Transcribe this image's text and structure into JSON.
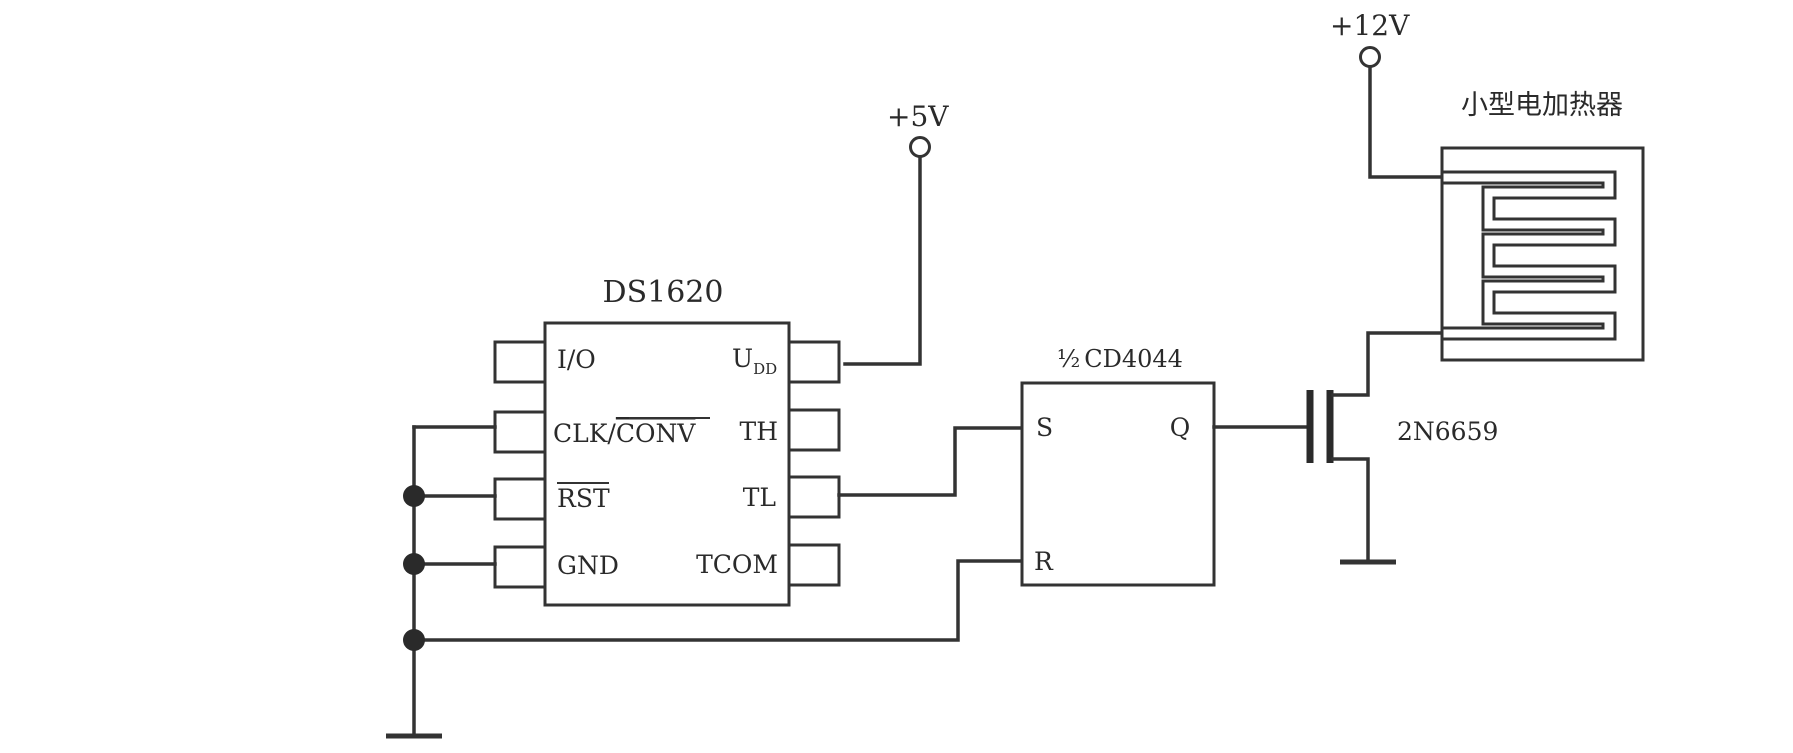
{
  "ic": {
    "name": "DS1620",
    "pins_left": {
      "io": "I/O",
      "clk_prefix": "CLK/",
      "conv": "CONV",
      "rst": "RST",
      "gnd": "GND"
    },
    "pins_right": {
      "udd_main": "U",
      "udd_sub": "DD",
      "th": "TH",
      "tl": "TL",
      "tcom": "TCOM"
    }
  },
  "flipflop": {
    "name_frac": "½",
    "name": "CD4044",
    "s": "S",
    "r": "R",
    "q": "Q"
  },
  "transistor": {
    "name": "2N6659"
  },
  "heater": {
    "name": "小型电加热器"
  },
  "supplies": {
    "v5": "+5V",
    "v12": "+12V"
  },
  "colors": {
    "ink": "#2a2a2a",
    "wire": "#333333",
    "background": "#ffffff"
  }
}
